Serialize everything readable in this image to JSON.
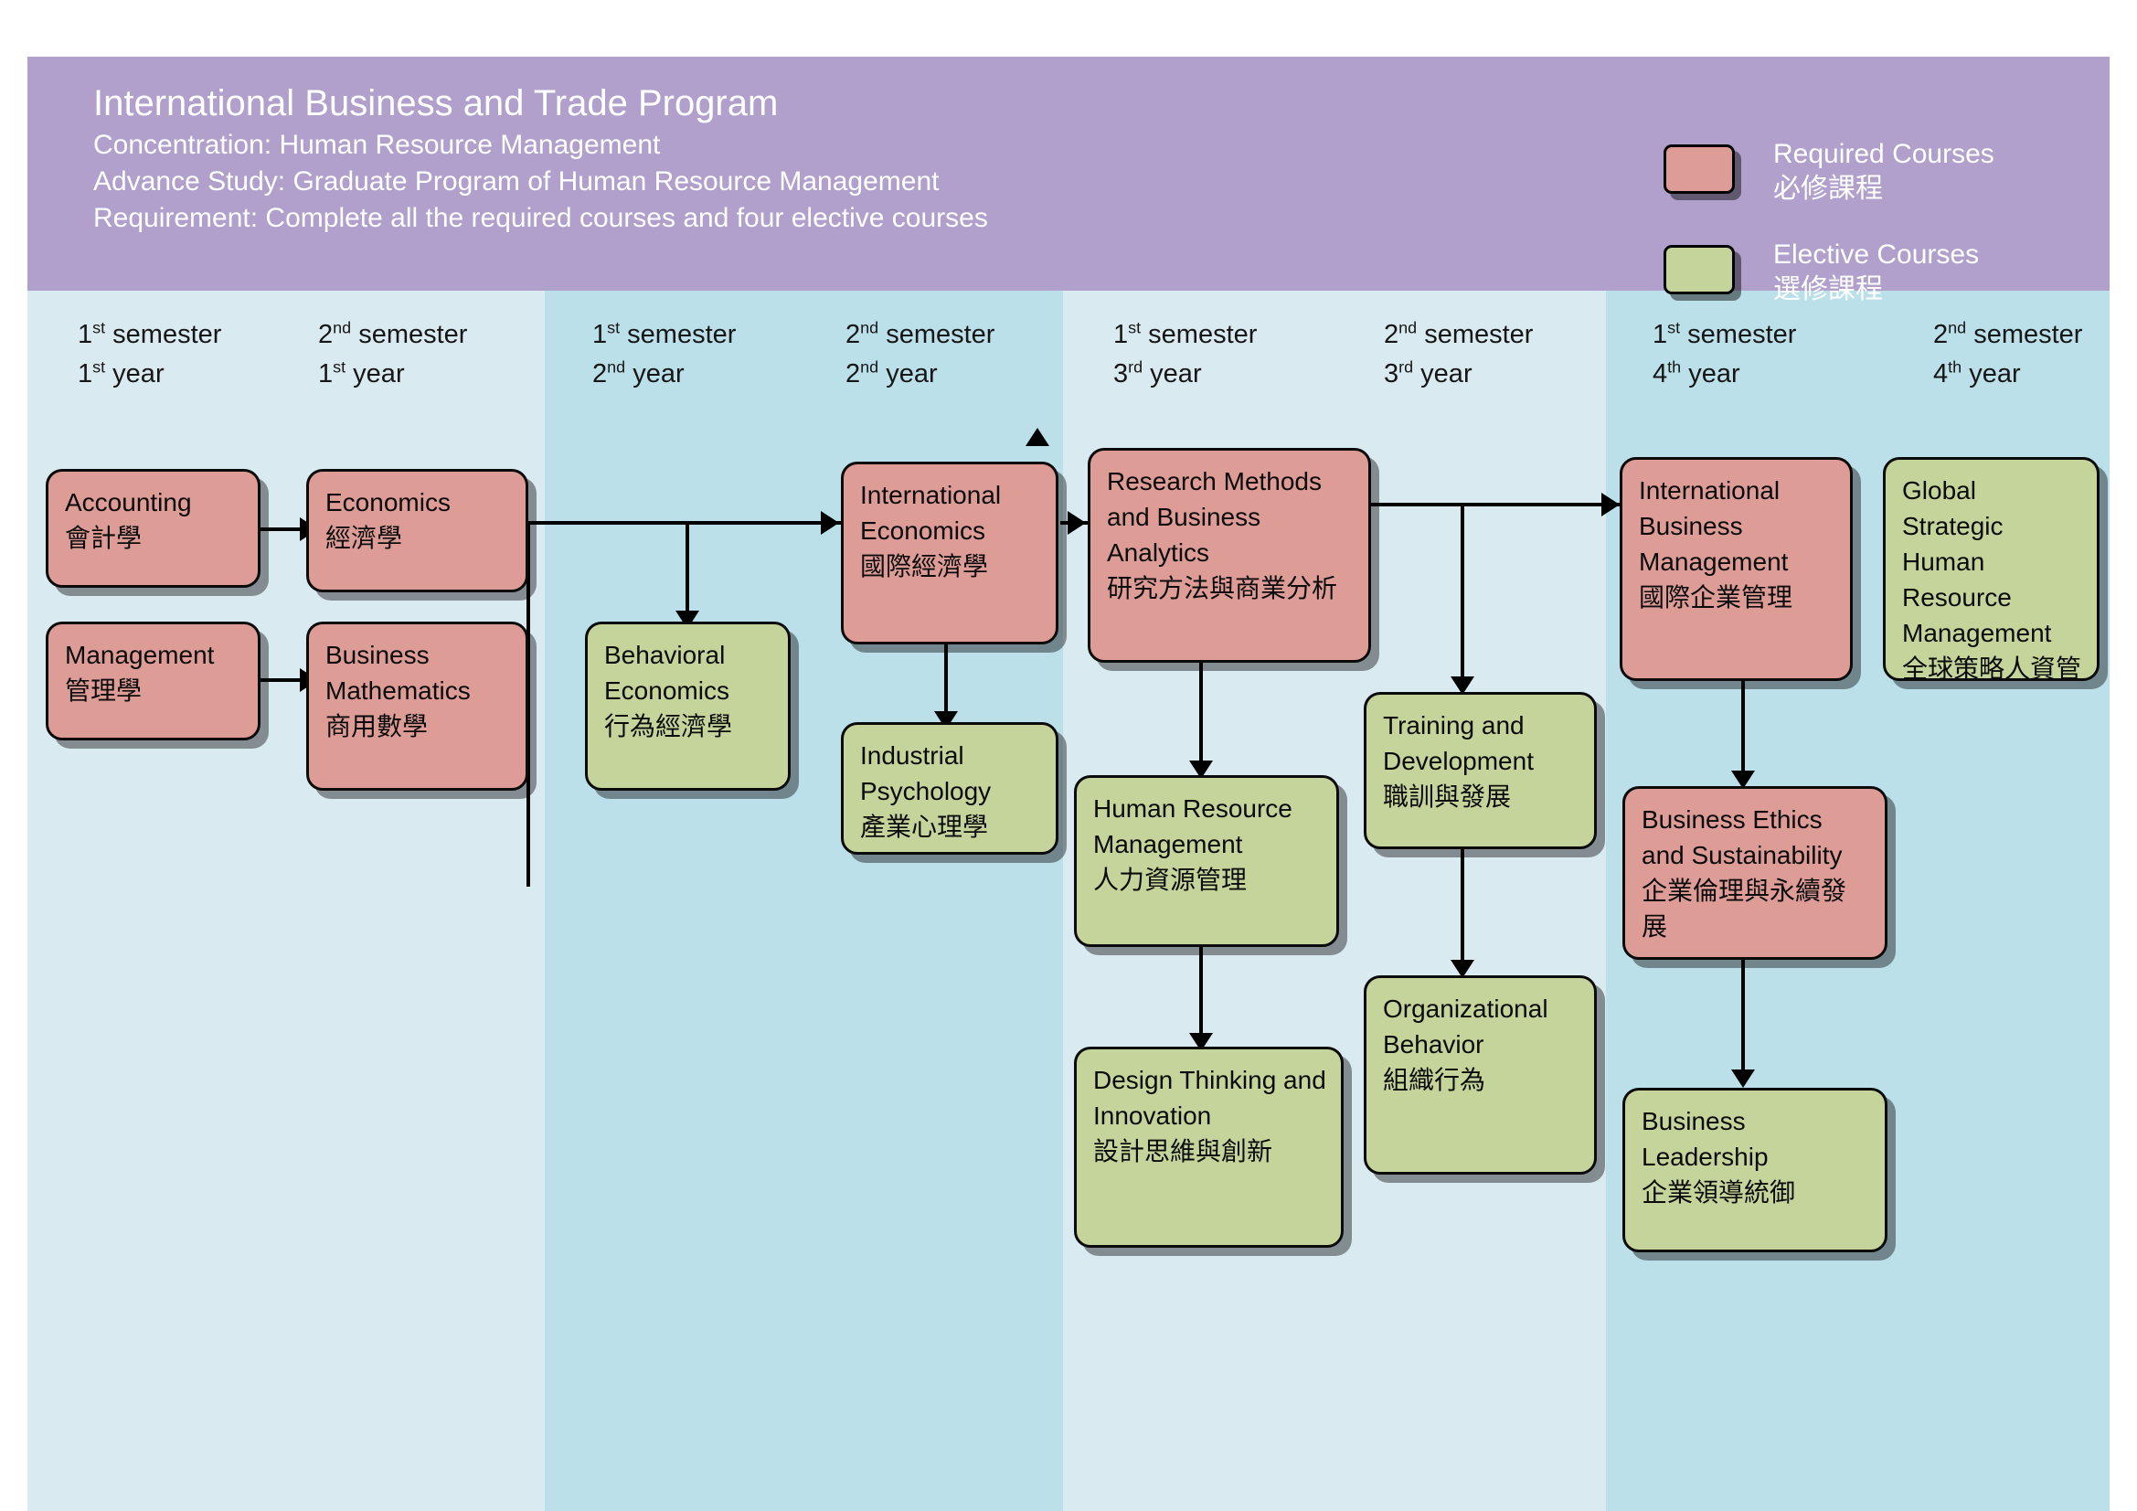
{
  "header": {
    "title": "International Business and Trade Program",
    "line2": "Concentration: Human Resource Management",
    "line3": "Advance Study: Graduate Program of Human Resource Management",
    "line4": "Requirement: Complete all the required courses and four elective courses"
  },
  "legend": {
    "required_en": "Required Courses",
    "required_zh": "必修課程",
    "required_color": "#de9c97",
    "elective_en": "Elective Courses",
    "elective_zh": "選修課程",
    "elective_color": "#c5d49a"
  },
  "columns": [
    {
      "semester": "1",
      "semester_ord": "st",
      "semester_label": " semester",
      "year": "1",
      "year_ord": "st",
      "year_label": " year"
    },
    {
      "semester": "2",
      "semester_ord": "nd",
      "semester_label": " semester",
      "year": "1",
      "year_ord": "st",
      "year_label": " year"
    },
    {
      "semester": "1",
      "semester_ord": "st",
      "semester_label": " semester",
      "year": "2",
      "year_ord": "nd",
      "year_label": " year"
    },
    {
      "semester": "2",
      "semester_ord": "nd",
      "semester_label": " semester",
      "year": "2",
      "year_ord": "nd",
      "year_label": " year"
    },
    {
      "semester": "1",
      "semester_ord": "st",
      "semester_label": " semester",
      "year": "3",
      "year_ord": "rd",
      "year_label": " year"
    },
    {
      "semester": "2",
      "semester_ord": "nd",
      "semester_label": " semester",
      "year": "3",
      "year_ord": "rd",
      "year_label": " year"
    },
    {
      "semester": "1",
      "semester_ord": "st",
      "semester_label": " semester",
      "year": "4",
      "year_ord": "th",
      "year_label": " year"
    },
    {
      "semester": "2",
      "semester_ord": "nd",
      "semester_label": " semester",
      "year": "4",
      "year_ord": "th",
      "year_label": " year"
    }
  ],
  "courses": [
    {
      "id": "accounting",
      "en": "Accounting",
      "zh": "會計學",
      "type": "required"
    },
    {
      "id": "management",
      "en": "Management",
      "zh": "管理學",
      "type": "required"
    },
    {
      "id": "economics",
      "en": "Economics",
      "zh": "經濟學",
      "type": "required"
    },
    {
      "id": "bizmath",
      "en": "Business Mathematics",
      "zh": "商用數學",
      "type": "required"
    },
    {
      "id": "beheco",
      "en": "Behavioral Economics",
      "zh": "行為經濟學",
      "type": "elective"
    },
    {
      "id": "inteco",
      "en": "International Economics",
      "zh": "國際經濟學",
      "type": "required"
    },
    {
      "id": "indpsy",
      "en": "Industrial Psychology",
      "zh": "產業心理學",
      "type": "elective"
    },
    {
      "id": "research",
      "en": "Research Methods and Business Analytics",
      "zh": "研究方法與商業分析",
      "type": "required"
    },
    {
      "id": "hrm",
      "en": "Human Resource Management",
      "zh": "人力資源管理",
      "type": "elective"
    },
    {
      "id": "design",
      "en": "Design Thinking and Innovation",
      "zh": "設計思維與創新",
      "type": "elective"
    },
    {
      "id": "training",
      "en": "Training and Development",
      "zh": "職訓與發展",
      "type": "elective"
    },
    {
      "id": "orgbeh",
      "en": "Organizational Behavior",
      "zh": "組織行為",
      "type": "elective"
    },
    {
      "id": "ibm",
      "en": "International Business Management",
      "zh": "國際企業管理",
      "type": "required"
    },
    {
      "id": "gshrm",
      "en": "Global Strategic Human Resource Management ",
      "zh": "全球策略人資管理",
      "type": "elective"
    },
    {
      "id": "ethics",
      "en": "Business Ethics and Sustainability",
      "zh": "企業倫理與永續發展",
      "type": "required"
    },
    {
      "id": "leadership",
      "en": "Business Leadership",
      "zh": "企業領導統御",
      "type": "elective"
    }
  ]
}
